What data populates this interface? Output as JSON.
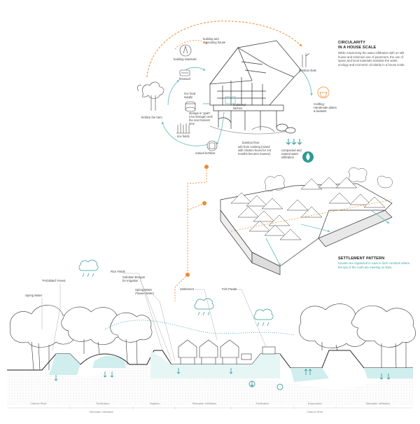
{
  "colors": {
    "orange": "#f08a2e",
    "teal": "#6cc3bd",
    "teal_dark": "#2f9a94",
    "line": "#333333",
    "water_fill": "#cfeeed"
  },
  "house": {
    "title_line1": "CIRCULARITY",
    "title_line2": "IN A HOUSE SCALE",
    "description": "While maximizing the water infiltration with on stilt house and minimum use of pavement, the use of space and local materials maintain the water, ecology and economic circularity in a house scale.",
    "labels": {
      "building": "building and renovating house",
      "materials": "building materials",
      "firewood": "firewood",
      "bamboo": "bamboo slats",
      "crafting": "Crafting: Handmade plates & baskets",
      "rice_food": "rice food supply",
      "storage": "storage in 'goah' (rice storage) until the next harvest time",
      "kitchen": "traditional kitchen",
      "fertilize": "fertilize the farm",
      "rice_fields": "rice fields",
      "fertilizer": "natural fertilizer",
      "bamboo_floor": "bamboo floor",
      "ash": "ash from cooking (mixed with chicken feces for 3-6 months become manure)",
      "compacted": "compacted and natural water infiltration"
    }
  },
  "settlement": {
    "title": "SETTLEMENT PATTERN",
    "description": "Houses are organized in rows to form corridors where the tips of the roofs are meeting on lines."
  },
  "section": {
    "labels": {
      "prohibited_forest": "'Prohibited' Forest",
      "spring_water": "Spring Water",
      "rice_fields": "Rice Fields",
      "sobokan": "Sobokan Bongan for Irrigation",
      "spring_water2": "Spring Water (Tauwu Water)",
      "settlement": "Settlement",
      "fish_ponds": "Fish Ponds"
    },
    "axis_top": [
      "Citarum River",
      "Purification",
      "Irrigation",
      "Rainwater Infiltration",
      "Purification",
      "Evaporation",
      "Rainwater Infiltration"
    ],
    "axis_bottom": [
      "Rainwater Infiltration",
      "Citarum River"
    ]
  }
}
